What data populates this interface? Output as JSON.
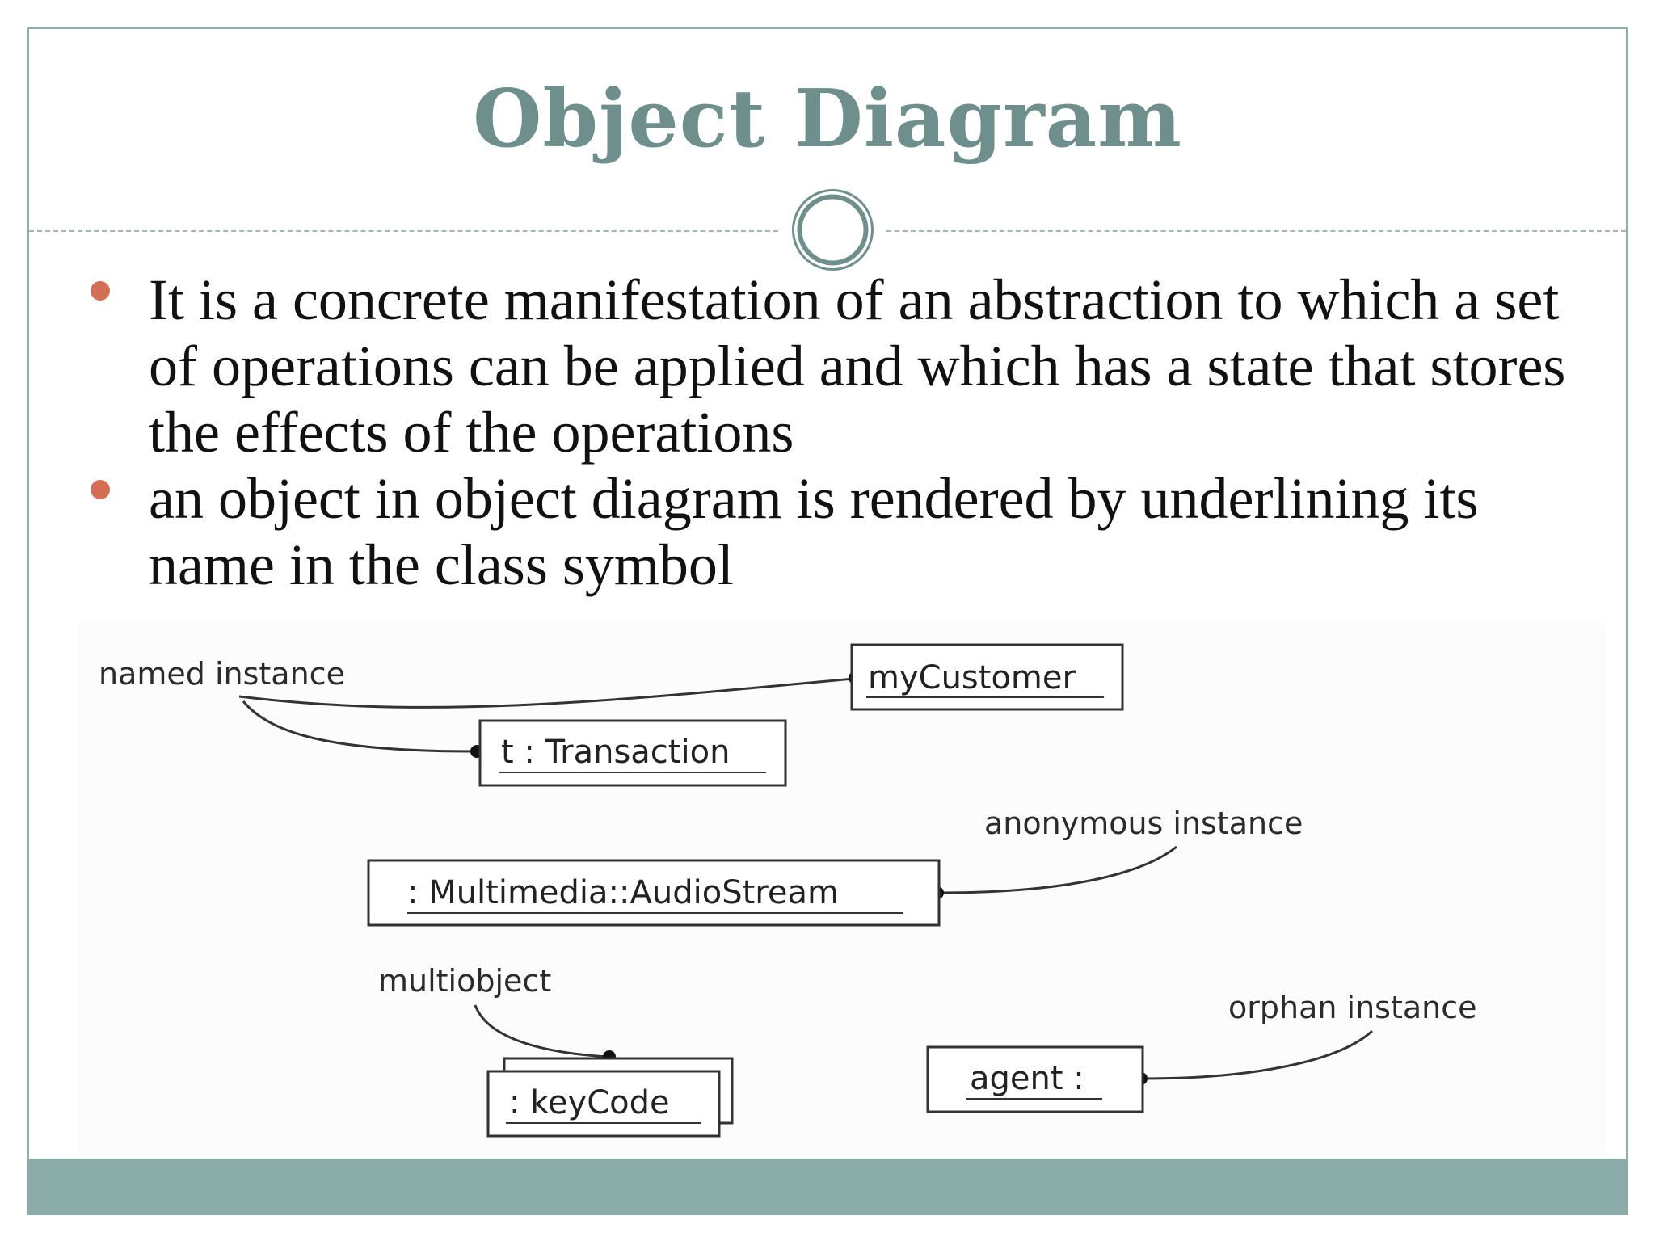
{
  "slide": {
    "title": "Object Diagram",
    "bullets": [
      "It is a concrete manifestation of an abstraction to which a set of operations can be applied and which has a state that stores the effects of the operations",
      "an object in object diagram is rendered by underlining its name in the class symbol"
    ]
  },
  "diagram": {
    "annotations": {
      "named_instance": "named instance",
      "anonymous_instance": "anonymous instance",
      "multiobject": "multiobject",
      "orphan_instance": "orphan instance"
    },
    "objects": {
      "my_customer": "myCustomer",
      "transaction": "t : Transaction",
      "audio_stream": ": Multimedia::AudioStream",
      "key_code": ": keyCode",
      "agent": "agent :"
    }
  },
  "colors": {
    "title": "#6f8f8c",
    "bullet_dot": "#d46f55",
    "frame_border": "#8fb0ab",
    "footer_bar": "#8bada9"
  }
}
